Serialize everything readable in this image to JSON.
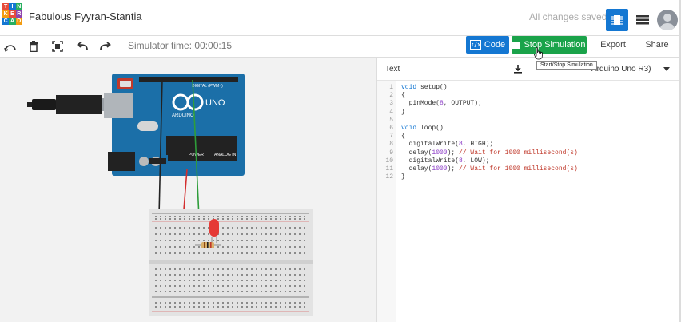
{
  "app": {
    "logo_letters": [
      "T",
      "I",
      "N",
      "K",
      "E",
      "R",
      "C",
      "A",
      "D"
    ],
    "logo_colors": [
      "#e74c3c",
      "#1477d2",
      "#27ae60",
      "#f39c12",
      "#e74c3c",
      "#8e44ad",
      "#1477d2",
      "#27ae60",
      "#f39c12"
    ],
    "project_title": "Fabulous Fyyran-Stantia",
    "save_status": "All changes saved"
  },
  "toolbar": {
    "sim_time": "Simulator time: 00:00:15",
    "code_label": "Code",
    "stop_label": "Stop Simulation",
    "export_label": "Export",
    "share_label": "Share",
    "tooltip": "Start/Stop Simulation"
  },
  "code_panel": {
    "mode_label": "Text",
    "board_label": "Arduino Uno R3)",
    "lines": [
      "void setup()",
      "{",
      "  pinMode(8, OUTPUT);",
      "}",
      "",
      "void loop()",
      "{",
      "  digitalWrite(8, HIGH);",
      "  delay(1000); // Wait for 1000 millisecond(s)",
      "  digitalWrite(8, LOW);",
      "  delay(1000); // Wait for 1000 millisecond(s)",
      "}"
    ]
  },
  "board": {
    "labels": {
      "digital": "DIGITAL (PWM~)",
      "uno": "UNO",
      "arduino": "ARDUINO",
      "power": "POWER",
      "analog": "ANALOG IN"
    }
  },
  "colors": {
    "accent_blue": "#1477d2",
    "stop_green": "#1aa34a",
    "board_blue": "#1b6fa8",
    "wire_red": "#d32f2f",
    "wire_green": "#2e9d3a",
    "wire_black": "#222222",
    "led_red": "#e53935"
  }
}
